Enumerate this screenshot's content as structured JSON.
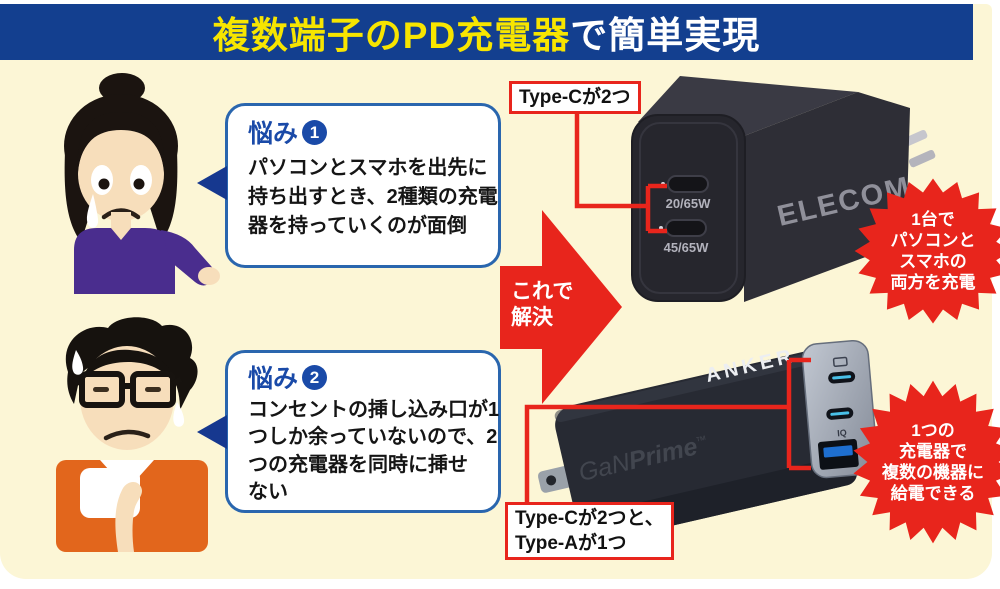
{
  "title": {
    "highlight": "複数端子のPD充電器",
    "suffix": "で簡単実現"
  },
  "worries": [
    {
      "label": "悩み",
      "number": "1",
      "lines": [
        "パソコンとスマホを出先に",
        "持ち出すとき、2種類の充電",
        "器を持っていくのが面倒"
      ]
    },
    {
      "label": "悩み",
      "number": "2",
      "lines": [
        "コンセントの挿し込み口が1",
        "つしか余っていないので、2",
        "つの充電器を同時に挿せ",
        "ない"
      ]
    }
  ],
  "arrow": {
    "lines": [
      "これで",
      "解決"
    ]
  },
  "callouts": {
    "top": "Type-Cが2つ",
    "bottom_lines": [
      "Type-Cが2つと、",
      "Type-Aが1つ"
    ]
  },
  "chargers": {
    "elecom": {
      "brand": "ELECOM",
      "ports": [
        {
          "label": "20/65W"
        },
        {
          "label": "45/65W"
        }
      ]
    },
    "anker": {
      "brand": "ANKER",
      "product_gan": "GaN",
      "product_prime": "Prime",
      "tm": "™",
      "iq_label": "IQ"
    }
  },
  "badges": [
    {
      "lines": [
        "1台で",
        "パソコンと",
        "スマホの",
        "両方を充電"
      ]
    },
    {
      "lines": [
        "1つの",
        "充電器で",
        "複数の機器に",
        "給電できる"
      ]
    }
  ],
  "colors": {
    "accent_red": "#e8251c",
    "title_blue": "#133f8f",
    "title_yellow": "#f7e500",
    "panel_cream": "#fcf6d6",
    "box_border_blue": "#2a66ae",
    "worry_blue": "#1a4aa8"
  }
}
